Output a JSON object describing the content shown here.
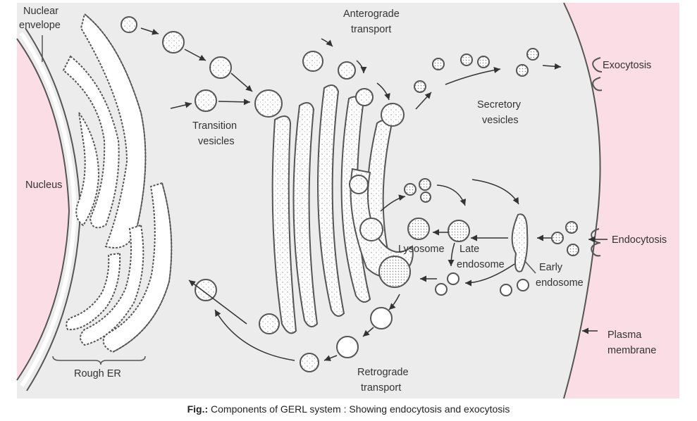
{
  "colors": {
    "cytoplasm": "#ececec",
    "nucleus": "#fbdde5",
    "extracellular": "#fbdde5",
    "membrane": "#555555",
    "lumen": "#ffffff",
    "text": "#333333"
  },
  "labels": {
    "nuclear_envelope": [
      "Nuclear",
      "envelope"
    ],
    "nucleus": "Nucleus",
    "rough_er": "Rough ER",
    "transition_vesicles": [
      "Transition",
      "vesicles"
    ],
    "anterograde_transport": [
      "Anterograde",
      "transport"
    ],
    "secretory_vesicles": [
      "Secretory",
      "vesicles"
    ],
    "exocytosis": "Exocytosis",
    "endocytosis": "Endocytosis",
    "lysosome": "Lysosome",
    "late_endosome": [
      "Late",
      "endosome"
    ],
    "early_endosome": [
      "Early",
      "endosome"
    ],
    "retrograde_transport": [
      "Retrograde",
      "transport"
    ],
    "plasma_membrane": [
      "Plasma",
      "membrane"
    ]
  },
  "caption": {
    "prefix": "Fig.:",
    "text": " Components of GERL system : Showing endocytosis and exocytosis"
  }
}
